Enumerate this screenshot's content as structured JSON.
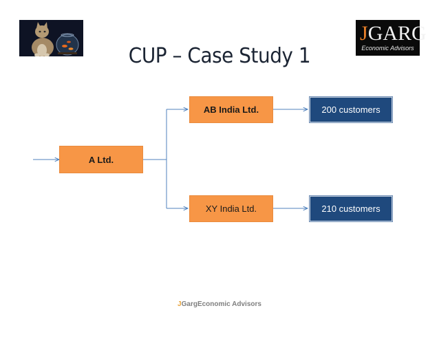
{
  "slide": {
    "title": "CUP – Case Study 1",
    "footer": {
      "mark": "J",
      "text": "GargEconomic Advisors"
    }
  },
  "logo": {
    "mark": "J",
    "name": "GARG",
    "tagline": "Economic Advisors"
  },
  "diagram": {
    "parent": "A Ltd.",
    "subsidiaries": [
      {
        "name": "AB India Ltd.",
        "customers": "200 customers"
      },
      {
        "name": "XY India Ltd.",
        "customers": "210 customers"
      }
    ]
  },
  "colors": {
    "orange": "#f79646",
    "blue": "#1f497d",
    "connector": "#4f81bd",
    "title": "#1b2433"
  },
  "icons": {
    "cat_image": "cat-watching-fishbowl-photo"
  }
}
